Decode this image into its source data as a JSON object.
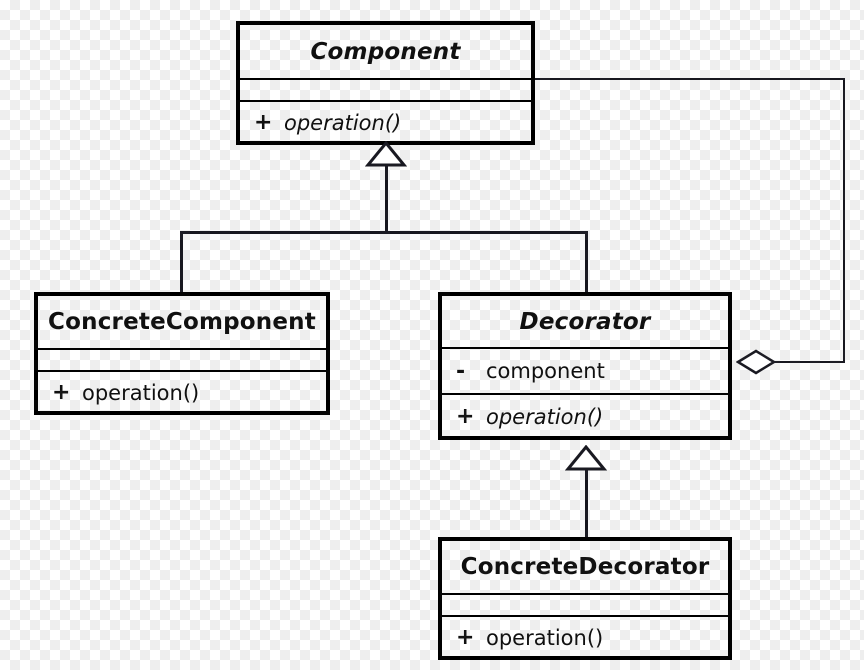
{
  "diagram": {
    "kind": "uml-class-diagram",
    "pattern_name": "Decorator",
    "background": "transparency-checkerboard",
    "line_color": "#1a1a22",
    "border_color": "#000000"
  },
  "classes": {
    "component": {
      "name": "Component",
      "abstract": true,
      "attributes": [],
      "methods": [
        {
          "visibility": "+",
          "label": "operation()",
          "abstract": true
        }
      ]
    },
    "concrete_component": {
      "name": "ConcreteComponent",
      "abstract": false,
      "attributes": [],
      "methods": [
        {
          "visibility": "+",
          "label": "operation()",
          "abstract": false
        }
      ]
    },
    "decorator": {
      "name": "Decorator",
      "abstract": true,
      "attributes": [
        {
          "visibility": "-",
          "label": "component"
        }
      ],
      "methods": [
        {
          "visibility": "+",
          "label": "operation()",
          "abstract": true
        }
      ]
    },
    "concrete_decorator": {
      "name": "ConcreteDecorator",
      "abstract": false,
      "attributes": [],
      "methods": [
        {
          "visibility": "+",
          "label": "operation()",
          "abstract": false
        }
      ]
    }
  },
  "relationships": [
    {
      "id": "gen-concrete-component",
      "type": "generalization",
      "from": "ConcreteComponent",
      "to": "Component",
      "arrowhead": "hollow-triangle"
    },
    {
      "id": "gen-decorator",
      "type": "generalization",
      "from": "Decorator",
      "to": "Component",
      "arrowhead": "hollow-triangle"
    },
    {
      "id": "gen-concrete-decorator",
      "type": "generalization",
      "from": "ConcreteDecorator",
      "to": "Decorator",
      "arrowhead": "hollow-triangle"
    },
    {
      "id": "agg-decorator-component",
      "type": "aggregation",
      "from": "Decorator",
      "to": "Component",
      "arrowhead": "hollow-diamond"
    }
  ]
}
